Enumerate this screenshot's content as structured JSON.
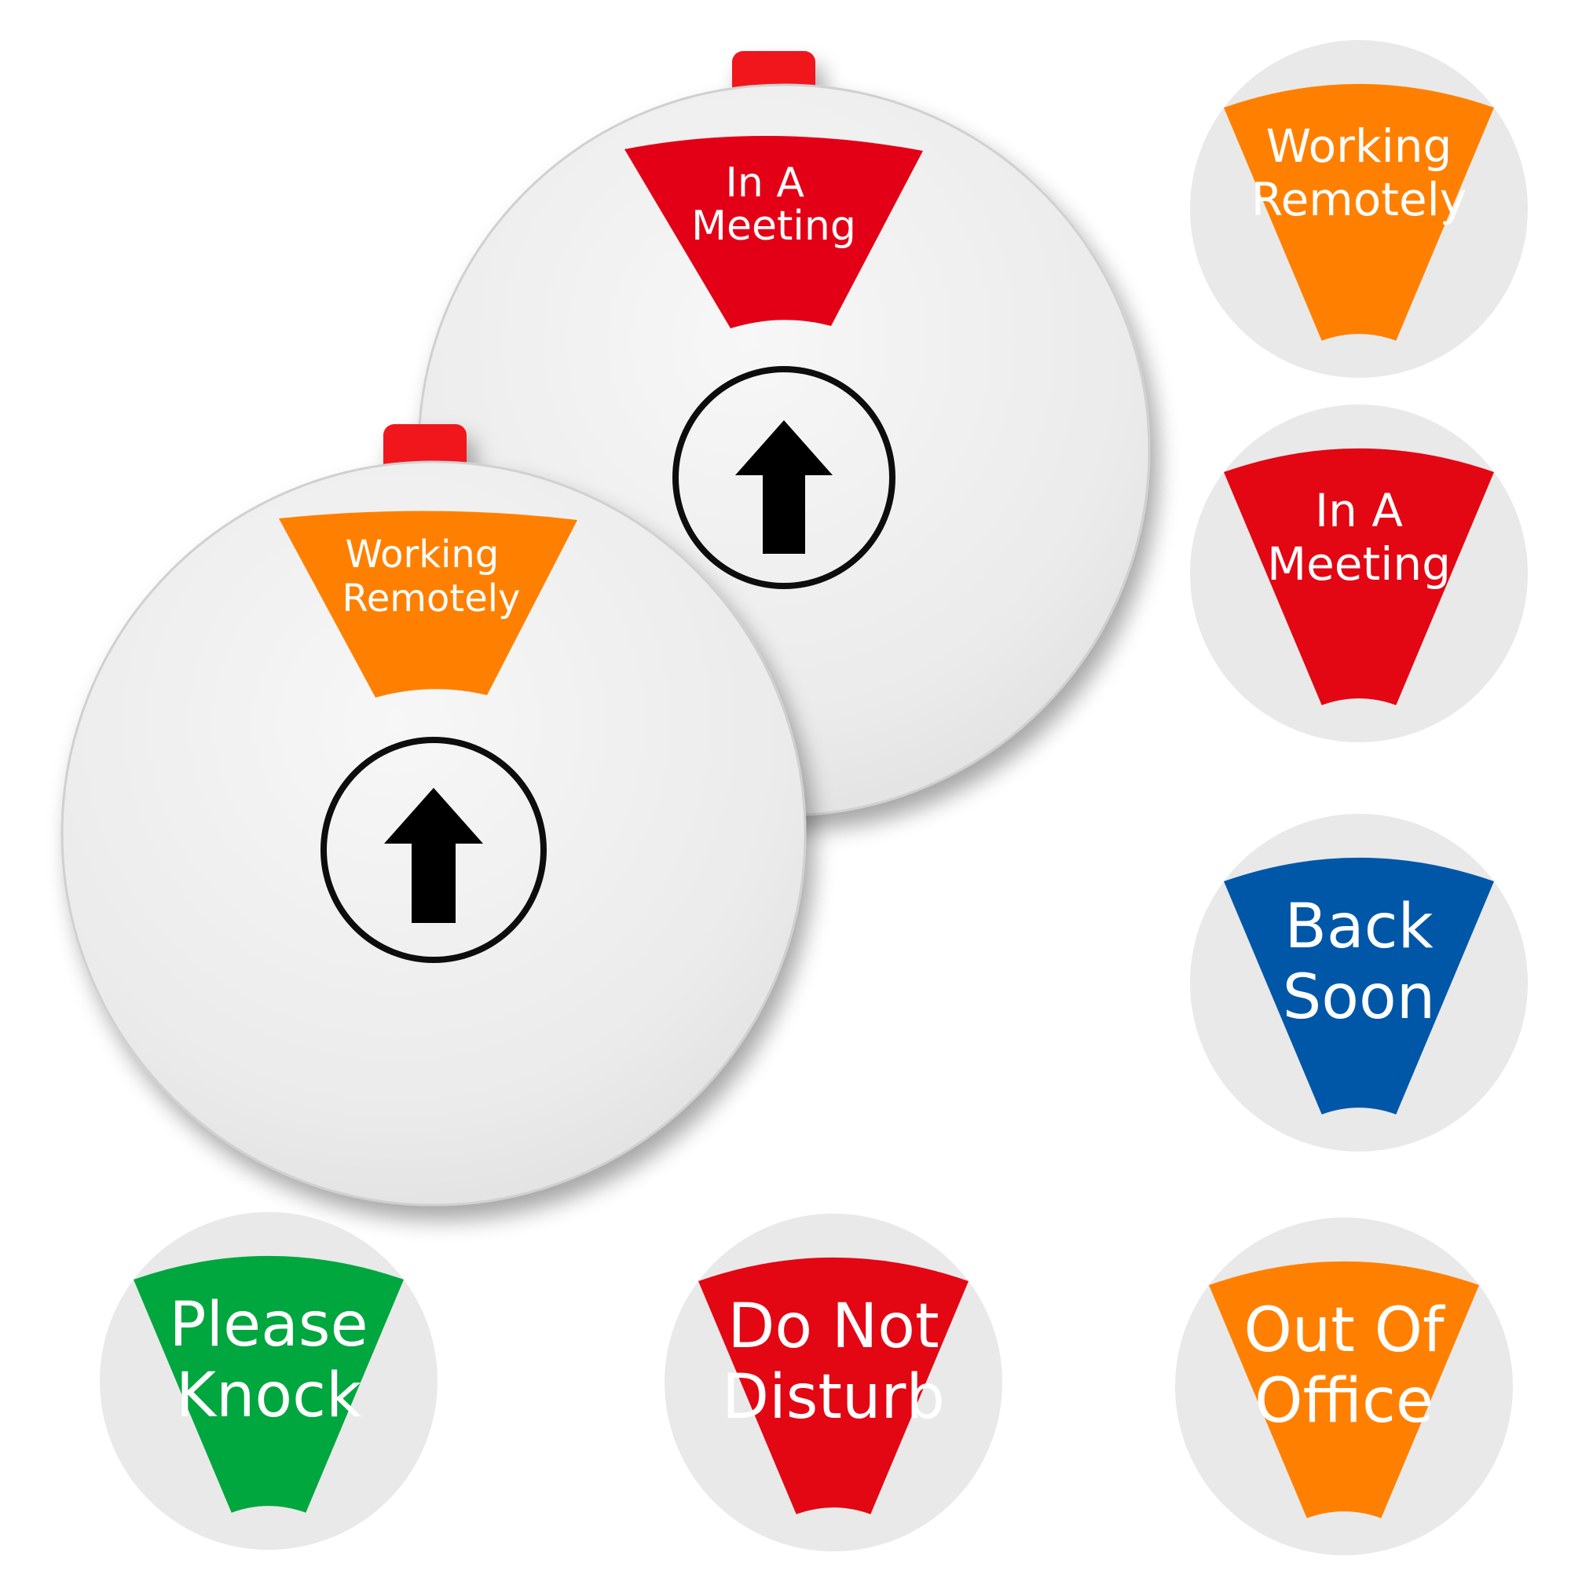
{
  "colors": {
    "orange": "#ff8000",
    "red": "#e30613",
    "blue": "#0057a8",
    "green": "#00a63e",
    "disc": "#e9e9e9",
    "tab": "#f0141a",
    "ring": "#111111"
  },
  "signs": [
    {
      "name": "back-sign",
      "window_color": "#e30613",
      "window_line1": "In A",
      "window_line2": "Meeting",
      "arrow": "arrow-up-icon"
    },
    {
      "name": "front-sign",
      "window_color": "#ff8000",
      "window_line1": "Working",
      "window_line2": "Remotely",
      "arrow": "arrow-up-icon"
    }
  ],
  "status_options": [
    {
      "line1": "Working",
      "line2": "Remotely",
      "color": "#ff8000"
    },
    {
      "line1": "In A",
      "line2": "Meeting",
      "color": "#e30613"
    },
    {
      "line1": "Back",
      "line2": "Soon",
      "color": "#0057a8"
    },
    {
      "line1": "Please",
      "line2": "Knock",
      "color": "#00a63e"
    },
    {
      "line1": "Do Not",
      "line2": "Disturb",
      "color": "#e30613"
    },
    {
      "line1": "Out Of",
      "line2": "Office",
      "color": "#ff8000"
    }
  ]
}
